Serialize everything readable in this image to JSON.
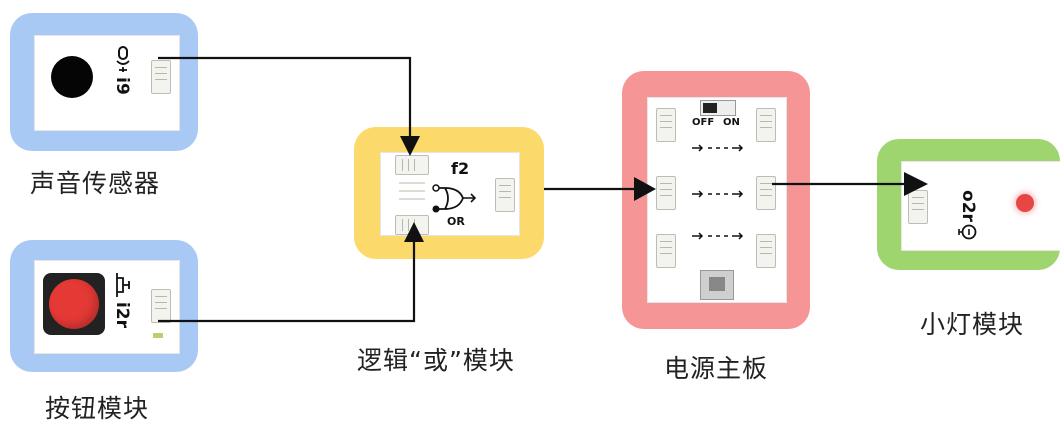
{
  "modules": {
    "sound_sensor": {
      "caption": "声音传感器",
      "id_label": "i9",
      "color": "#a9c9f5"
    },
    "button": {
      "caption": "按钮模块",
      "id_label": "i2r",
      "color": "#a9c9f5"
    },
    "logic_or": {
      "caption": "逻辑“或”模块",
      "id_label": "f2",
      "gate_label": "OR",
      "color": "#fbd96a"
    },
    "power_board": {
      "caption": "电源主板",
      "switch_off": "OFF",
      "switch_on": "ON",
      "color": "#f69596"
    },
    "light": {
      "caption": "小灯模块",
      "id_label": "o2r",
      "color": "#9fd56f"
    }
  },
  "colors": {
    "wire": "#111111",
    "button_red": "#e53935",
    "led_red": "#e84545"
  }
}
